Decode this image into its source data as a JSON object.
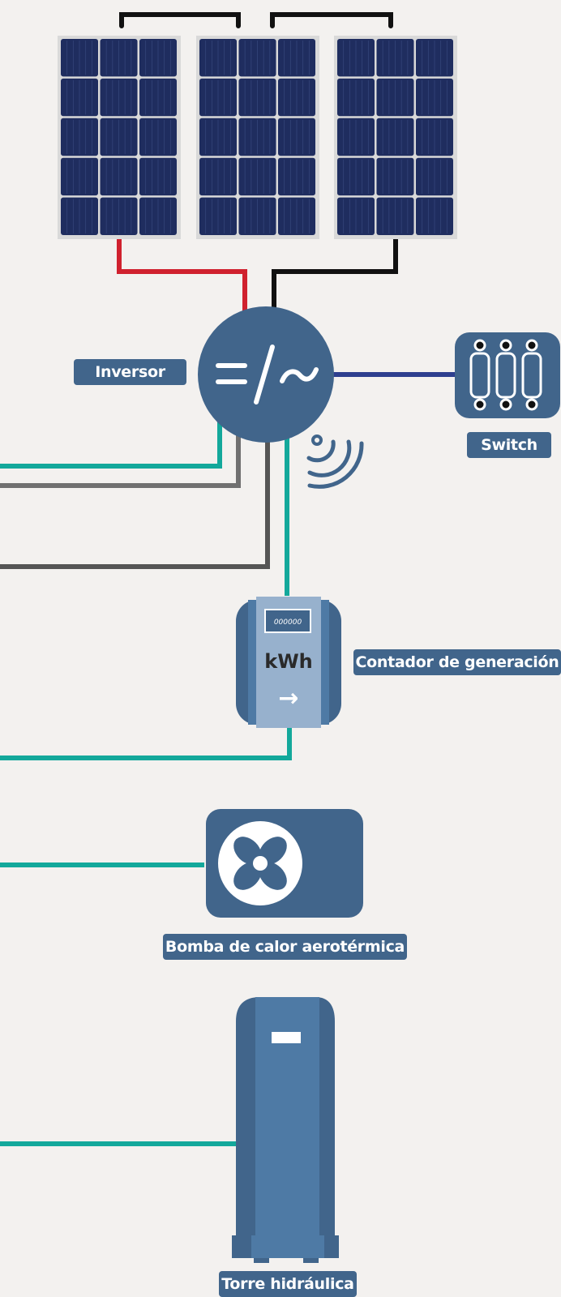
{
  "labels": {
    "inversor": "Inversor",
    "switch": "Switch",
    "contador": "Contador de generación",
    "bomba": "Bomba de calor aerotérmica",
    "torre": "Torre hidráulica"
  },
  "meter": {
    "unit": "kWh",
    "display": "000000",
    "arrow": "→"
  },
  "inverter_symbol": "=/~",
  "colors": {
    "background": "#f3f1ef",
    "device_blue": "#41658b",
    "panel_navy": "#1f2d5f",
    "wire_red": "#d0212e",
    "wire_black": "#111111",
    "wire_teal": "#13a89b",
    "wire_gray": "#707070",
    "wire_dark_gray": "#555555",
    "wire_navy": "#2e3f8f"
  },
  "icons": [
    "solar-panel-icon",
    "inverter-icon",
    "wifi-signal-icon",
    "switch-icon",
    "meter-icon",
    "fan-icon",
    "water-tower-icon"
  ]
}
